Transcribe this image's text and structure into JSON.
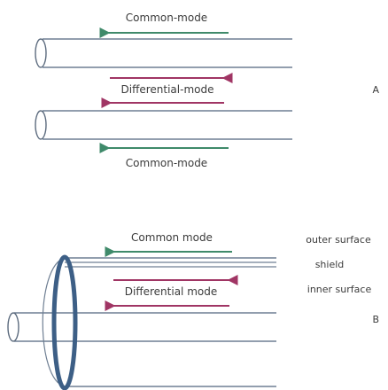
{
  "colors": {
    "common_mode": "#3f8a6a",
    "differential_mode": "#a03564",
    "cable_outline": "#6f7f93",
    "shield_ring": "#3d5f86",
    "text": "#3b3b3b"
  },
  "figure_a": {
    "label": "A",
    "top_common_label": "Common-mode",
    "differential_label": "Differential-mode",
    "bottom_common_label": "Common-mode"
  },
  "figure_b": {
    "label": "B",
    "common_label": "Common mode",
    "differential_label": "Differential mode",
    "outer_surface_label": "outer surface",
    "shield_label": "shield",
    "inner_surface_label": "inner surface"
  }
}
